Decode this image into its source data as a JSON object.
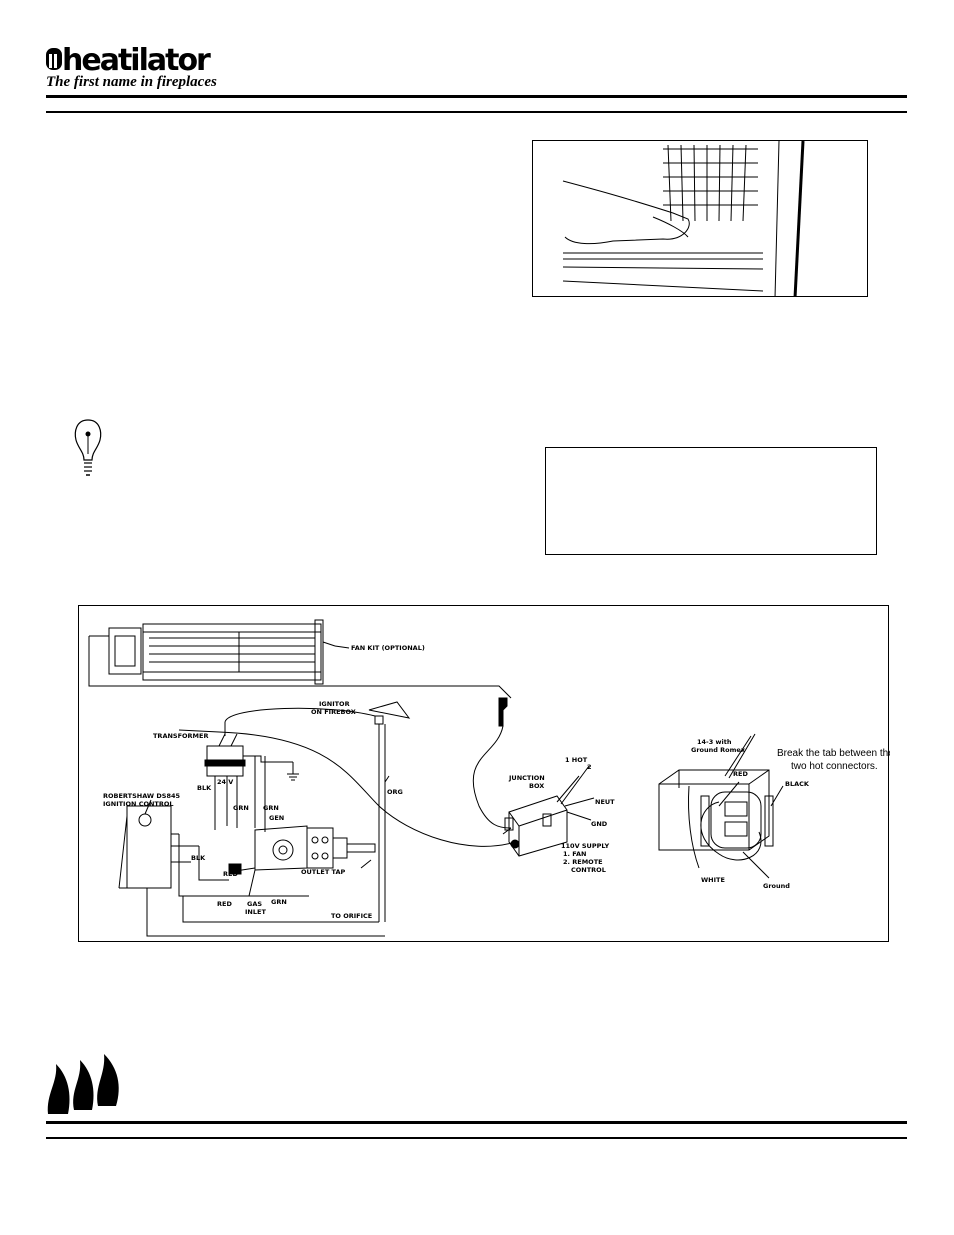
{
  "header": {
    "logo_text": "heatilator",
    "tagline": "The first name in fireplaces"
  },
  "photo": {
    "icon": "hand-grate-illustration"
  },
  "tip": {
    "icon": "lightbulb-icon"
  },
  "wiring_diagram": {
    "labels": {
      "fan_kit": "FAN KIT (OPTIONAL)",
      "ignitor_line1": "IGNITOR",
      "ignitor_line2": "ON FIREBOX",
      "transformer": "TRANSFORMER",
      "volts": "24 V",
      "blk": "BLK",
      "grn": "GRN",
      "org": "ORG",
      "red": "RED",
      "ignition_line1": "ROBERTSHAW DS845",
      "ignition_line2": "IGNITION CONTROL",
      "gen": "GEN",
      "gas_inlet_line1": "GAS",
      "gas_inlet_line2": "INLET",
      "outlet_tap": "OUTLET TAP",
      "to_orifice": "TO ORIFICE",
      "junction_line1": "JUNCTION",
      "junction_line2": "BOX",
      "hot1": "1 HOT",
      "hot2": "2",
      "neut": "NEUT",
      "gnd": "GND",
      "supply_line1": "110V SUPPLY",
      "supply_line2": "1. FAN",
      "supply_line3": "2. REMOTE",
      "supply_line4": "CONTROL",
      "romex_line1": "14-3 with",
      "romex_line2": "Ground Romex",
      "red_wire": "RED",
      "black_wire": "BLACK",
      "white_wire": "WHITE",
      "ground_wire": "Ground",
      "break_tab_line1": "Break the tab between the",
      "break_tab_line2": "two hot connectors."
    }
  },
  "footer": {
    "icon": "flame-logo-icon"
  }
}
